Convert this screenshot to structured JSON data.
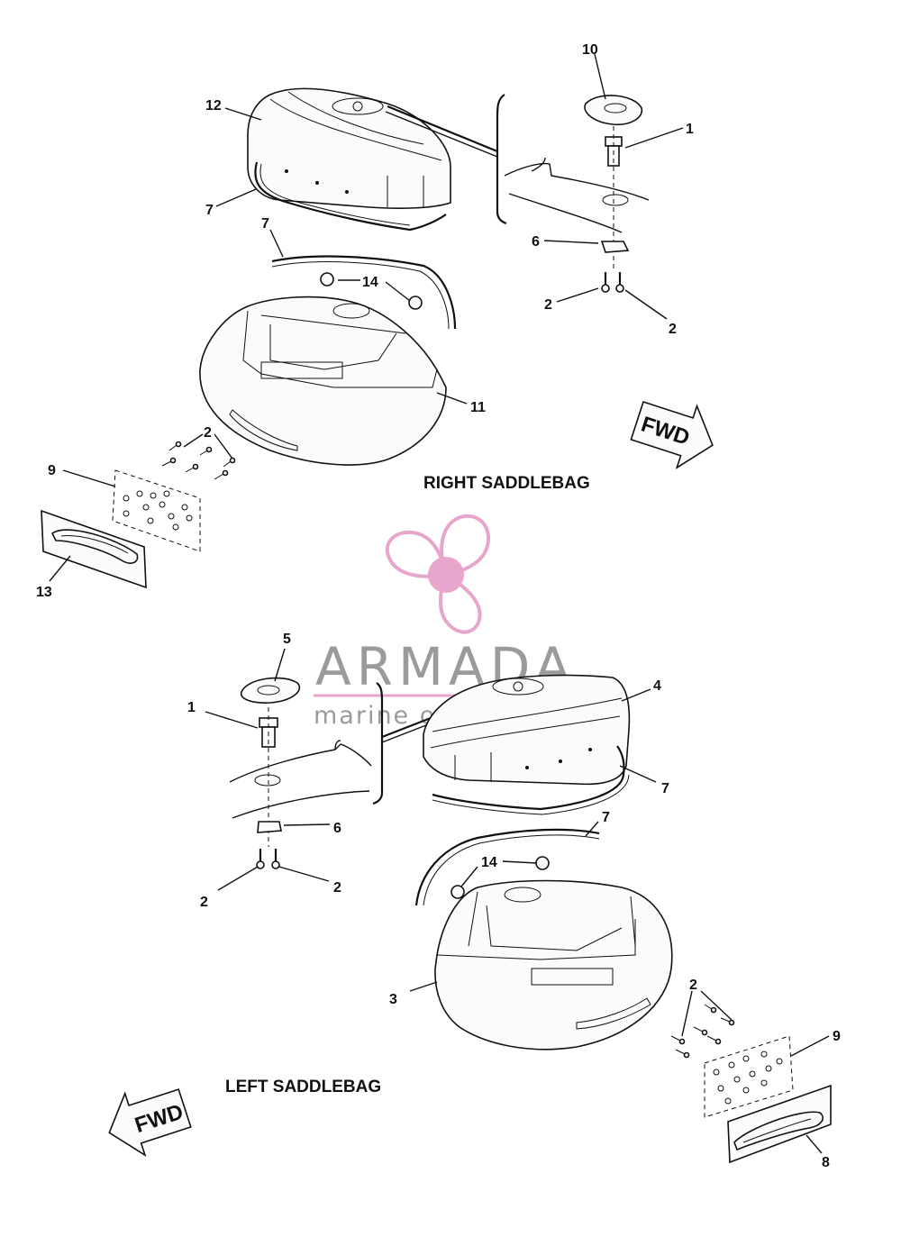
{
  "sections": {
    "right_title": "RIGHT SADDLEBAG",
    "left_title": "LEFT SADDLEBAG"
  },
  "fwd_label": "FWD",
  "watermark": {
    "name": "ARMADA",
    "tagline": "marine outboards",
    "logo_icon": "propeller-icon",
    "accent_color": "#e8a6cc"
  },
  "callouts": {
    "right": {
      "c10": "10",
      "c12": "12",
      "c1": "1",
      "c7a": "7",
      "c7b": "7",
      "c6": "6",
      "c14": "14",
      "c2a": "2",
      "c2b": "2",
      "c11": "11",
      "c2c": "2",
      "c9": "9",
      "c13": "13"
    },
    "left": {
      "c5": "5",
      "c1": "1",
      "c4": "4",
      "c7a": "7",
      "c7b": "7",
      "c6": "6",
      "c14": "14",
      "c2a": "2",
      "c2b": "2",
      "c3": "3",
      "c2c": "2",
      "c9": "9",
      "c8": "8"
    }
  }
}
